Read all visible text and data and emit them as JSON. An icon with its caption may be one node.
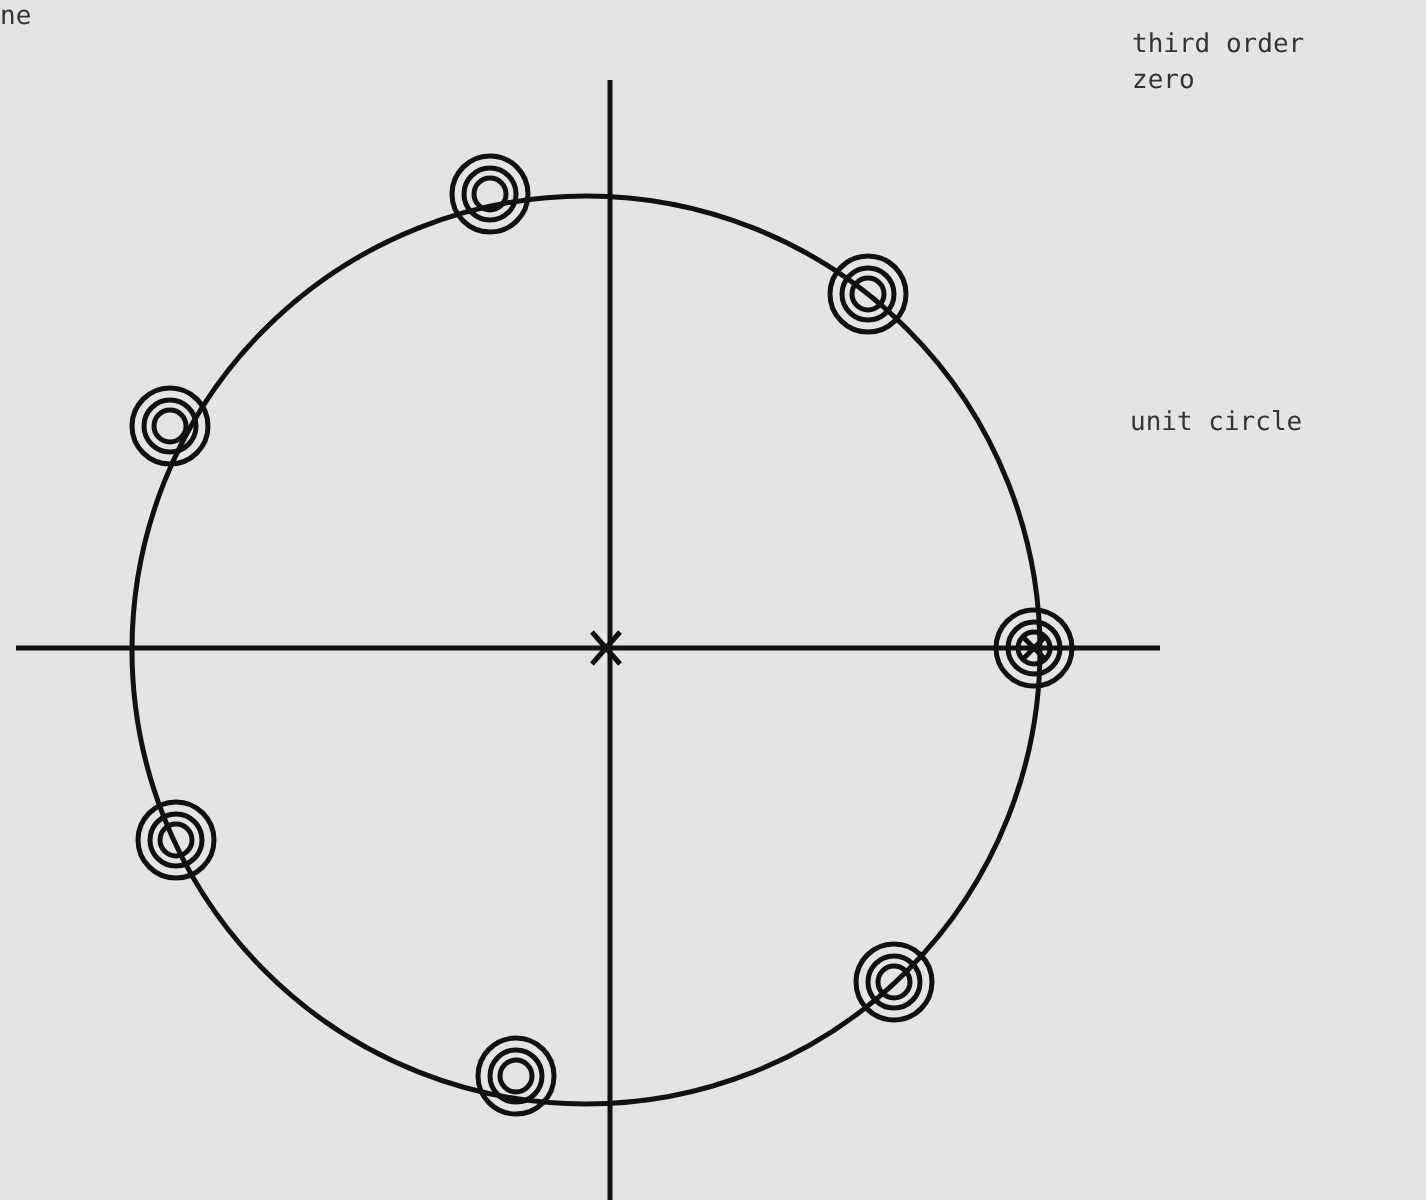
{
  "diagram": {
    "labels": [
      "ne",
      "third order zero",
      "unit circle"
    ]
  }
}
